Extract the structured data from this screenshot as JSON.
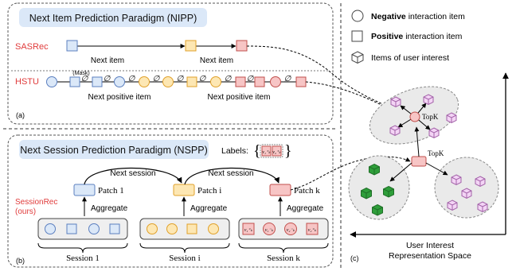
{
  "colors": {
    "blue_fill": "#dbe8f8",
    "blue_stroke": "#5b7fbf",
    "orange_fill": "#fde7b3",
    "orange_stroke": "#e0a12b",
    "red_fill": "#f7c5c5",
    "red_stroke": "#c0504d",
    "green": "#2e9e3a",
    "purple_fill": "#f3d4f5",
    "purple_stroke": "#a362a8",
    "label_red": "#e03b3b",
    "title_bg": "#dbe8f8"
  },
  "panel_a": {
    "title": "Next Item Prediction Paradigm (NIPP)",
    "sasrec_label": "SASRec",
    "hstu_label": "HSTU",
    "next_item_1": "Next item",
    "next_item_2": "Next item",
    "mask_label": "(Mask)",
    "mask_symbol": "∅",
    "next_positive_1": "Next positive item",
    "next_positive_2": "Next positive item",
    "caption": "(a)"
  },
  "panel_b": {
    "title": "Next Session Prediction Paradigm (NSPP)",
    "labels_text": "Labels:",
    "label_items": [
      "v₁⁺ₖ",
      "v₂⁺ₖ"
    ],
    "method_label_line1": "SessionRec",
    "method_label_line2": "(ours)",
    "patch_1": "Patch 1",
    "patch_i": "Patch i",
    "patch_k": "Patch k",
    "next_session_1": "Next session",
    "next_session_2": "Next session",
    "aggregate_1": "Aggregate",
    "aggregate_2": "Aggregate",
    "aggregate_3": "Aggregate",
    "session_1": "Session 1",
    "session_i": "Session i",
    "session_k": "Session k",
    "session_k_items": [
      "v₁⁺ₖ",
      "v₁⁻ₖ",
      "v₂⁻ₖ",
      "v₂⁺ₖ"
    ],
    "caption": "(b)"
  },
  "panel_c": {
    "legend_negative_bold": "Negative",
    "legend_negative_rest": " interaction item",
    "legend_positive_bold": "Positive",
    "legend_positive_rest": " interaction item",
    "legend_interest": "Items of user interest",
    "topk_1": "TopK",
    "topk_2": "TopK",
    "axis_label_line1": "User Interest",
    "axis_label_line2": "Representation Space",
    "caption": "(c)"
  }
}
